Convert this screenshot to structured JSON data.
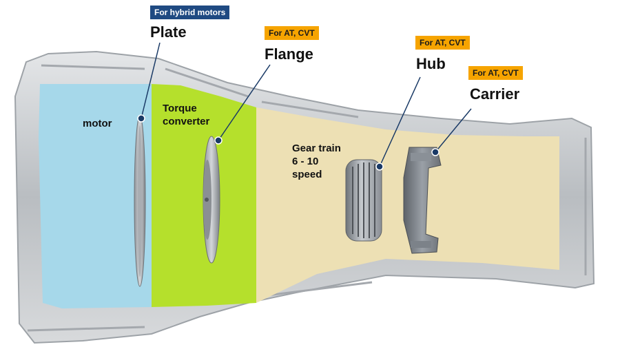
{
  "callouts": {
    "plate": {
      "tag": "For hybrid motors",
      "title": "Plate"
    },
    "flange": {
      "tag": "For AT, CVT",
      "title": "Flange"
    },
    "hub": {
      "tag": "For AT, CVT",
      "title": "Hub"
    },
    "carrier": {
      "tag": "For AT, CVT",
      "title": "Carrier"
    }
  },
  "zones": {
    "motor": {
      "label": "motor"
    },
    "torque_converter": {
      "line1": "Torque",
      "line2": "converter"
    },
    "gear_train": {
      "line1": "Gear train",
      "line2": "6 - 10",
      "line3": "speed"
    }
  },
  "colors": {
    "motor_zone": "#a6d8ea",
    "torque_zone": "#b5e02c",
    "gear_zone": "#ede0b4",
    "tag_blue": "#1f4a82",
    "tag_orange": "#f6a400",
    "leader_line": "#1a3a66",
    "casing": "#c9cccf"
  }
}
